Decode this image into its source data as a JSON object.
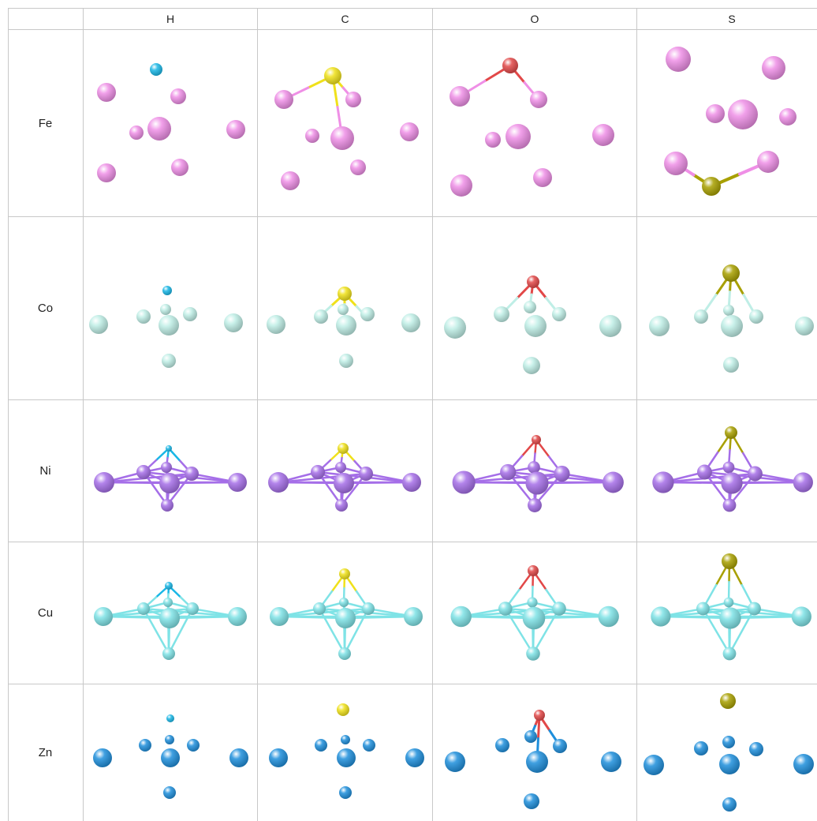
{
  "table": {
    "columns": [
      "H",
      "C",
      "O",
      "S"
    ],
    "rows": [
      "Fe",
      "Co",
      "Ni",
      "Cu",
      "Zn"
    ]
  },
  "colors": {
    "H": "#19b7e6",
    "C": "#f0e11a",
    "O": "#e24848",
    "S": "#a8a000",
    "Fe": "#ef8fe6",
    "Co": "#bfeee6",
    "Ni": "#a56ee8",
    "Cu": "#7fe3e6",
    "Zn": "#1e8fdc"
  }
}
